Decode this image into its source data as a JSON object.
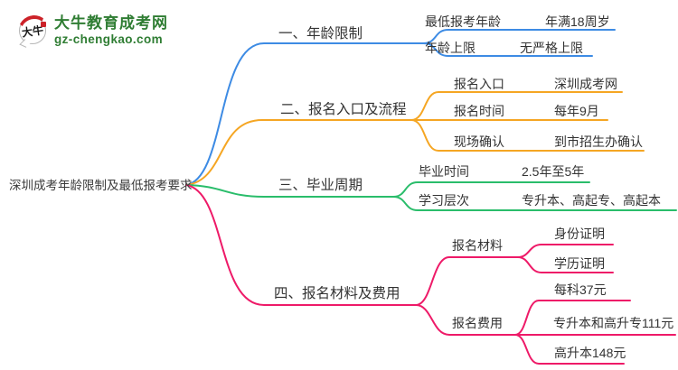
{
  "logo": {
    "badge_text": "大牛",
    "site_name": "大牛教育成考网",
    "site_url": "gz-chengkao.com"
  },
  "root": {
    "label": "深圳成考年龄限制及最低报考要求"
  },
  "colors": {
    "branch_blue": "#3d8be4",
    "branch_orange": "#f5a623",
    "branch_green": "#2abd6b",
    "branch_pink": "#ee1a68",
    "logo_green": "#2f7d33",
    "logo_red": "#cc2229",
    "text": "#333333",
    "background": "#ffffff"
  },
  "branches": [
    {
      "label": "一、年龄限制",
      "color": "#3d8be4",
      "children": [
        {
          "label": "最低报考年龄",
          "value": "年满18周岁"
        },
        {
          "label": "年龄上限",
          "value": "无严格上限"
        }
      ]
    },
    {
      "label": "二、报名入口及流程",
      "color": "#f5a623",
      "children": [
        {
          "label": "报名入口",
          "value": "深圳成考网"
        },
        {
          "label": "报名时间",
          "value": "每年9月"
        },
        {
          "label": "现场确认",
          "value": "到市招生办确认"
        }
      ]
    },
    {
      "label": "三、毕业周期",
      "color": "#2abd6b",
      "children": [
        {
          "label": "毕业时间",
          "value": "2.5年至5年"
        },
        {
          "label": "学习层次",
          "value": "专升本、高起专、高起本"
        }
      ]
    },
    {
      "label": "四、报名材料及费用",
      "color": "#ee1a68",
      "children": [
        {
          "label": "报名材料",
          "leaves": [
            "身份证明",
            "学历证明"
          ]
        },
        {
          "label": "报名费用",
          "leaves": [
            "每科37元",
            "专升本和高升专111元",
            "高升本148元"
          ]
        }
      ]
    }
  ]
}
